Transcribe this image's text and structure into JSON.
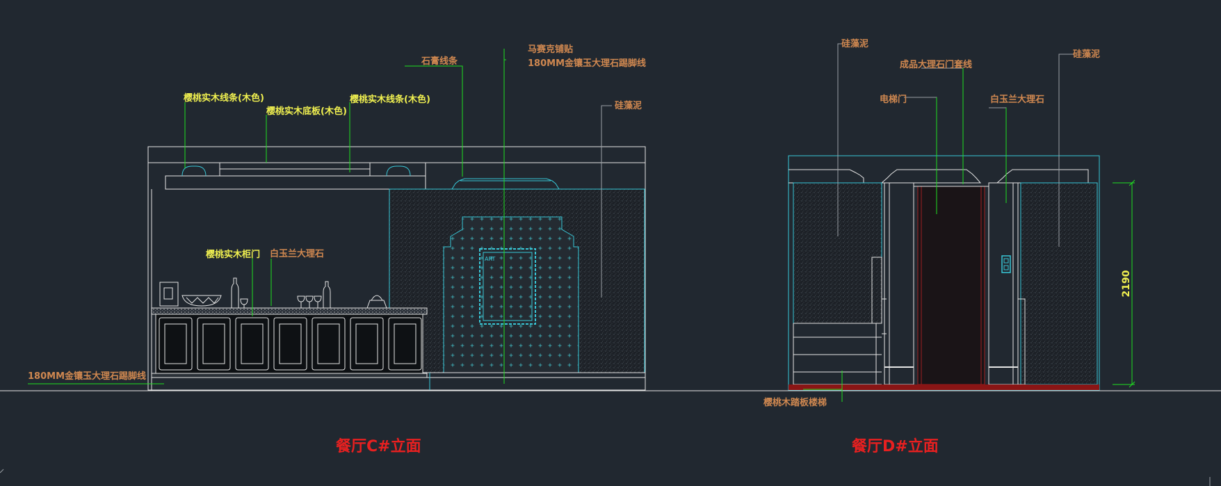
{
  "colors": {
    "background": "#212830",
    "outline": "#e6e6e6",
    "cyan": "#38c8d8",
    "leader": "#20e020",
    "label_yellow": "#f0f050",
    "label_orange": "#d08850",
    "title_red": "#e82020",
    "floor_red": "#8a1515"
  },
  "elevation_c": {
    "title": "餐厅C#立面",
    "labels": {
      "wood_line_left": "樱桃实木线条(木色)",
      "wood_base_board": "樱桃实木底板(木色)",
      "wood_line_right": "樱桃实木线条(木色)",
      "plaster_line": "石膏线条",
      "mosaic": "马赛克铺贴",
      "baseboard_top": "180MM金镶玉大理石踢脚线",
      "diatom_mud": "硅藻泥",
      "cabinet_door": "樱桃实木柜门",
      "magnolia_marble": "白玉兰大理石",
      "baseboard_bottom": "180MM金镶玉大理石踢脚线"
    },
    "art_text": "ART"
  },
  "elevation_d": {
    "title": "餐厅D#立面",
    "labels": {
      "diatom_mud_left": "硅藻泥",
      "marble_door_frame": "成品大理石门套线",
      "diatom_mud_right": "硅藻泥",
      "elevator_door": "电梯门",
      "magnolia_marble": "白玉兰大理石",
      "stair": "樱桃木踏板楼梯"
    },
    "dimension": "2190"
  }
}
